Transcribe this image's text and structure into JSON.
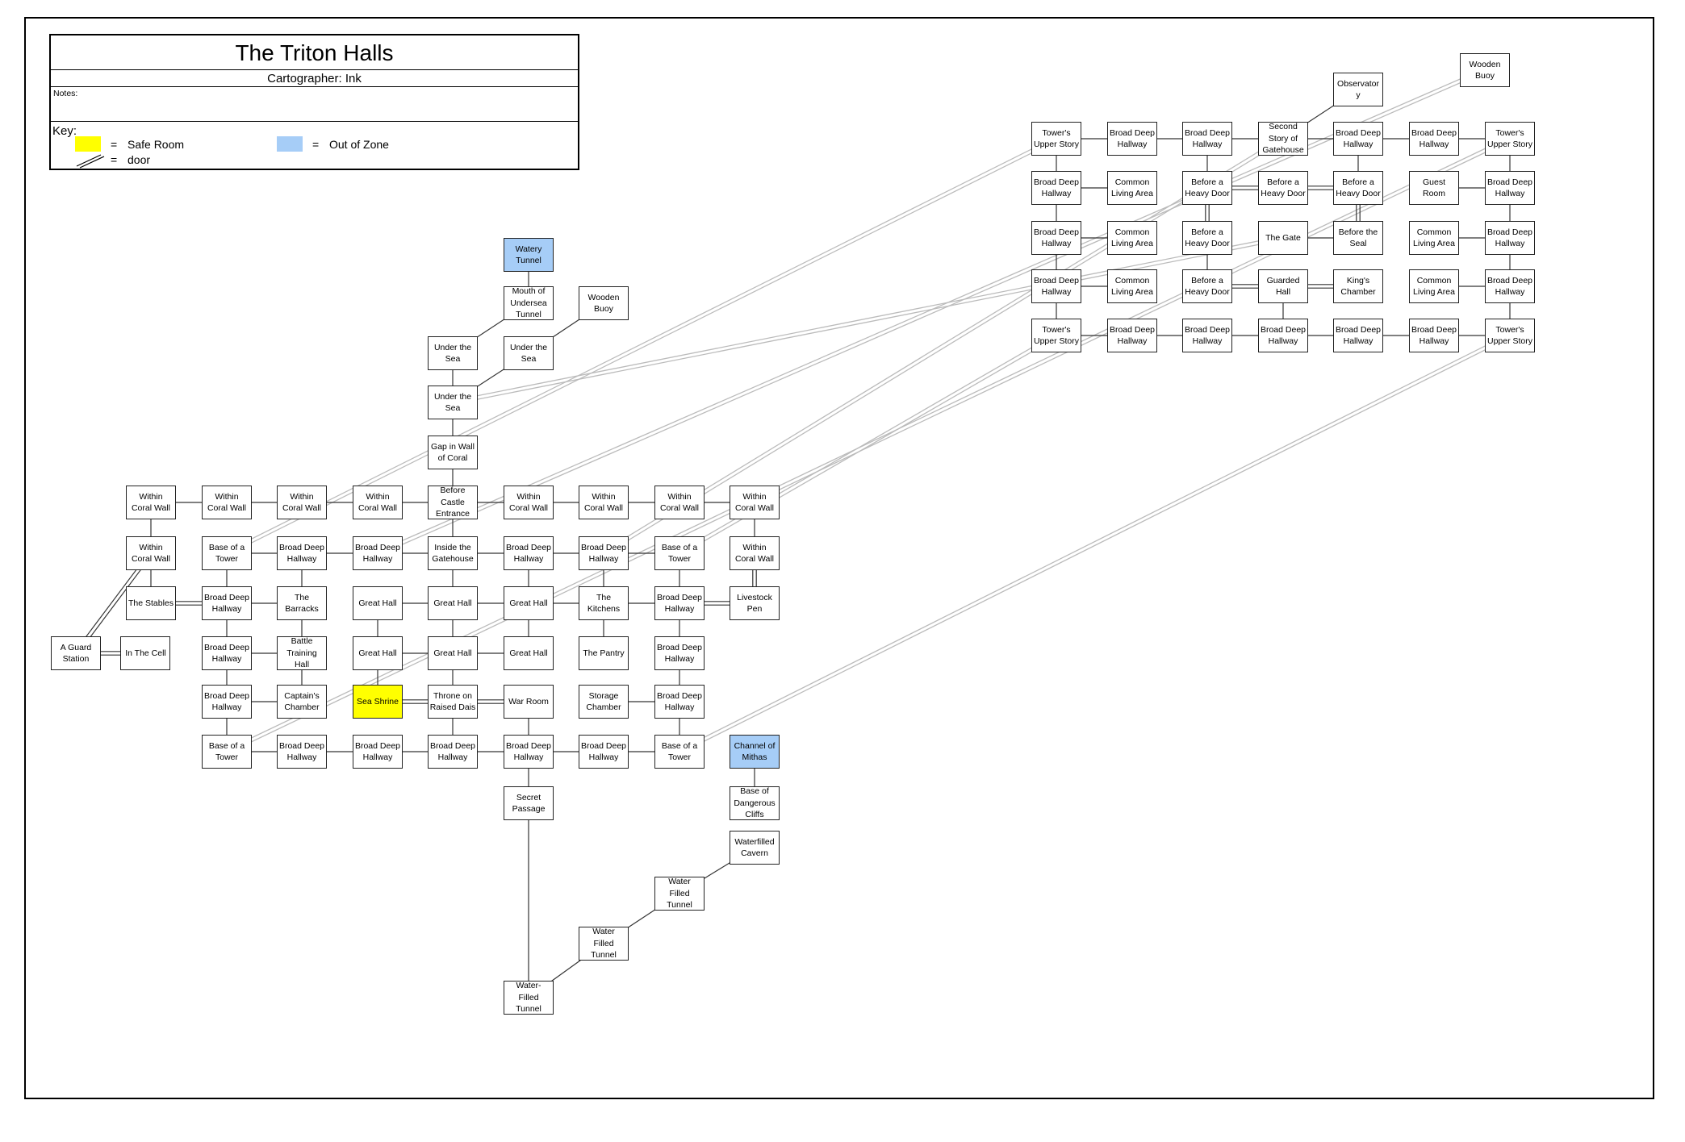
{
  "header": {
    "title": "The Triton Halls",
    "cartographer": "Cartographer: Ink",
    "notes_label": "Notes:",
    "key_label": "Key:",
    "safe_room_label": "Safe Room",
    "out_of_zone_label": "Out of Zone",
    "door_label": "door",
    "equals": "="
  },
  "colors": {
    "safe_room": "#ffff00",
    "out_of_zone": "#a6cdf7",
    "link_line": "#bbbbbb",
    "border": "#000000"
  },
  "rooms": [
    {
      "id": "watery",
      "label": "Watery\nTunnel",
      "type": "out"
    },
    {
      "id": "mouth",
      "label": "Mouth of\nUndersea\nTunnel"
    },
    {
      "id": "buoyL",
      "label": "Wooden\nBuoy"
    },
    {
      "id": "sea1",
      "label": "Under the\nSea"
    },
    {
      "id": "sea2",
      "label": "Under the\nSea"
    },
    {
      "id": "sea3",
      "label": "Under the\nSea"
    },
    {
      "id": "gap",
      "label": "Gap in Wall\nof Coral"
    },
    {
      "id": "cw1",
      "label": "Within\nCoral Wall"
    },
    {
      "id": "cw2",
      "label": "Within\nCoral Wall"
    },
    {
      "id": "cw3",
      "label": "Within\nCoral Wall"
    },
    {
      "id": "cw4",
      "label": "Within\nCoral Wall"
    },
    {
      "id": "before",
      "label": "Before\nCastle\nEntrance"
    },
    {
      "id": "cw6",
      "label": "Within\nCoral Wall"
    },
    {
      "id": "cw7",
      "label": "Within\nCoral Wall"
    },
    {
      "id": "cw8",
      "label": "Within\nCoral Wall"
    },
    {
      "id": "cw9",
      "label": "Within\nCoral Wall"
    },
    {
      "id": "cw10",
      "label": "Within\nCoral Wall"
    },
    {
      "id": "bt1",
      "label": "Base of a\nTower"
    },
    {
      "id": "bd1",
      "label": "Broad Deep\nHallway"
    },
    {
      "id": "bd2",
      "label": "Broad Deep\nHallway"
    },
    {
      "id": "inside",
      "label": "Inside the\nGatehouse"
    },
    {
      "id": "bd3",
      "label": "Broad Deep\nHallway"
    },
    {
      "id": "bd4",
      "label": "Broad Deep\nHallway"
    },
    {
      "id": "bt2",
      "label": "Base of a\nTower"
    },
    {
      "id": "cw11",
      "label": "Within\nCoral Wall"
    },
    {
      "id": "stables",
      "label": "The Stables"
    },
    {
      "id": "bd5",
      "label": "Broad Deep\nHallway"
    },
    {
      "id": "barracks",
      "label": "The\nBarracks"
    },
    {
      "id": "gh1",
      "label": "Great Hall"
    },
    {
      "id": "gh2",
      "label": "Great Hall"
    },
    {
      "id": "gh3",
      "label": "Great Hall"
    },
    {
      "id": "kitchens",
      "label": "The\nKitchens"
    },
    {
      "id": "bd6",
      "label": "Broad Deep\nHallway"
    },
    {
      "id": "livestock",
      "label": "Livestock\nPen"
    },
    {
      "id": "guard",
      "label": "A Guard\nStation"
    },
    {
      "id": "cell",
      "label": "In The Cell"
    },
    {
      "id": "bd7",
      "label": "Broad Deep\nHallway"
    },
    {
      "id": "training",
      "label": "Battle\nTraining\nHall"
    },
    {
      "id": "gh4",
      "label": "Great Hall"
    },
    {
      "id": "gh5",
      "label": "Great Hall"
    },
    {
      "id": "gh6",
      "label": "Great Hall"
    },
    {
      "id": "pantry",
      "label": "The Pantry"
    },
    {
      "id": "bd8",
      "label": "Broad Deep\nHallway"
    },
    {
      "id": "bd9",
      "label": "Broad Deep\nHallway"
    },
    {
      "id": "captain",
      "label": "Captain's\nChamber"
    },
    {
      "id": "shrine",
      "label": "Sea Shrine",
      "type": "safe"
    },
    {
      "id": "throne",
      "label": "Throne on\nRaised Dais"
    },
    {
      "id": "war",
      "label": "War Room"
    },
    {
      "id": "storage",
      "label": "Storage\nChamber"
    },
    {
      "id": "bd10",
      "label": "Broad Deep\nHallway"
    },
    {
      "id": "bt3",
      "label": "Base of a\nTower"
    },
    {
      "id": "bd11",
      "label": "Broad Deep\nHallway"
    },
    {
      "id": "bd12",
      "label": "Broad Deep\nHallway"
    },
    {
      "id": "bd13",
      "label": "Broad Deep\nHallway"
    },
    {
      "id": "bd14",
      "label": "Broad Deep\nHallway"
    },
    {
      "id": "bd15",
      "label": "Broad Deep\nHallway"
    },
    {
      "id": "bt4",
      "label": "Base of a\nTower"
    },
    {
      "id": "mithas",
      "label": "Channel of\nMithas",
      "type": "out"
    },
    {
      "id": "secret",
      "label": "Secret\nPassage"
    },
    {
      "id": "cliffs",
      "label": "Base of\nDangerous\nCliffs"
    },
    {
      "id": "cavern",
      "label": "Waterfilled\nCavern"
    },
    {
      "id": "wft1",
      "label": "Water\nFilled\nTunnel"
    },
    {
      "id": "wft2",
      "label": "Water\nFilled\nTunnel"
    },
    {
      "id": "wft3",
      "label": "Water-\nFilled\nTunnel"
    },
    {
      "id": "obs",
      "label": "Observator\ny"
    },
    {
      "id": "buoyR",
      "label": "Wooden\nBuoy"
    },
    {
      "id": "tus1",
      "label": "Tower's\nUpper Story"
    },
    {
      "id": "u1",
      "label": "Broad Deep\nHallway"
    },
    {
      "id": "u2",
      "label": "Broad Deep\nHallway"
    },
    {
      "id": "second",
      "label": "Second\nStory of\nGatehouse"
    },
    {
      "id": "u3",
      "label": "Broad Deep\nHallway"
    },
    {
      "id": "u4",
      "label": "Broad Deep\nHallway"
    },
    {
      "id": "tus2",
      "label": "Tower's\nUpper Story"
    },
    {
      "id": "u5",
      "label": "Broad Deep\nHallway"
    },
    {
      "id": "cla1",
      "label": "Common\nLiving Area"
    },
    {
      "id": "hd1",
      "label": "Before a\nHeavy Door"
    },
    {
      "id": "hd2",
      "label": "Before a\nHeavy Door"
    },
    {
      "id": "hd3",
      "label": "Before a\nHeavy Door"
    },
    {
      "id": "guest",
      "label": "Guest Room"
    },
    {
      "id": "u6",
      "label": "Broad Deep\nHallway"
    },
    {
      "id": "u7",
      "label": "Broad Deep\nHallway"
    },
    {
      "id": "cla2",
      "label": "Common\nLiving Area"
    },
    {
      "id": "hd4",
      "label": "Before a\nHeavy Door"
    },
    {
      "id": "gate",
      "label": "The Gate"
    },
    {
      "id": "seal",
      "label": "Before the\nSeal"
    },
    {
      "id": "cla3",
      "label": "Common\nLiving Area"
    },
    {
      "id": "u8",
      "label": "Broad Deep\nHallway"
    },
    {
      "id": "u9",
      "label": "Broad Deep\nHallway"
    },
    {
      "id": "cla4",
      "label": "Common\nLiving Area"
    },
    {
      "id": "hd5",
      "label": "Before a\nHeavy Door"
    },
    {
      "id": "guarded",
      "label": "Guarded\nHall"
    },
    {
      "id": "kings",
      "label": "King's\nChamber"
    },
    {
      "id": "cla5",
      "label": "Common\nLiving Area"
    },
    {
      "id": "u10",
      "label": "Broad Deep\nHallway"
    },
    {
      "id": "tus3",
      "label": "Tower's\nUpper Story"
    },
    {
      "id": "u11",
      "label": "Broad Deep\nHallway"
    },
    {
      "id": "u12",
      "label": "Broad Deep\nHallway"
    },
    {
      "id": "u13",
      "label": "Broad Deep\nHallway"
    },
    {
      "id": "u14",
      "label": "Broad Deep\nHallway"
    },
    {
      "id": "u15",
      "label": "Broad Deep\nHallway"
    },
    {
      "id": "tus4",
      "label": "Tower's\nUpper Story"
    }
  ],
  "connections": [
    {
      "from": "watery",
      "to": "mouth"
    },
    {
      "from": "mouth",
      "to": "sea1"
    },
    {
      "from": "buoyL",
      "to": "sea2"
    },
    {
      "from": "sea1",
      "to": "sea3"
    },
    {
      "from": "sea2",
      "to": "sea3"
    },
    {
      "from": "sea3",
      "to": "gap"
    },
    {
      "from": "gap",
      "to": "before"
    },
    {
      "from": "cw1",
      "to": "cw2"
    },
    {
      "from": "cw2",
      "to": "cw3"
    },
    {
      "from": "cw3",
      "to": "cw4"
    },
    {
      "from": "cw4",
      "to": "before"
    },
    {
      "from": "before",
      "to": "cw6"
    },
    {
      "from": "cw6",
      "to": "cw7"
    },
    {
      "from": "cw7",
      "to": "cw8"
    },
    {
      "from": "cw8",
      "to": "cw9"
    },
    {
      "from": "cw1",
      "to": "cw10"
    },
    {
      "from": "cw9",
      "to": "cw11"
    },
    {
      "from": "before",
      "to": "inside"
    },
    {
      "from": "bt1",
      "to": "bd1"
    },
    {
      "from": "bd1",
      "to": "bd2"
    },
    {
      "from": "bd2",
      "to": "inside"
    },
    {
      "from": "inside",
      "to": "bd3"
    },
    {
      "from": "bd3",
      "to": "bd4"
    },
    {
      "from": "bd4",
      "to": "bt2"
    },
    {
      "from": "cw10",
      "to": "stables"
    },
    {
      "from": "stables",
      "to": "bd5",
      "door": true
    },
    {
      "from": "bt1",
      "to": "bd5"
    },
    {
      "from": "bd5",
      "to": "barracks"
    },
    {
      "from": "bd1",
      "to": "barracks"
    },
    {
      "from": "inside",
      "to": "gh2"
    },
    {
      "from": "gh1",
      "to": "gh2"
    },
    {
      "from": "gh2",
      "to": "gh3"
    },
    {
      "from": "gh3",
      "to": "kitchens"
    },
    {
      "from": "kitchens",
      "to": "bd6"
    },
    {
      "from": "bd3",
      "to": "gh3"
    },
    {
      "from": "bd4",
      "to": "kitchens"
    },
    {
      "from": "bt2",
      "to": "bd6"
    },
    {
      "from": "bd6",
      "to": "livestock",
      "door": true
    },
    {
      "from": "cw11",
      "to": "livestock",
      "door": true
    },
    {
      "from": "cw10",
      "to": "guard",
      "door": true
    },
    {
      "from": "guard",
      "to": "cell",
      "door": true
    },
    {
      "from": "bd5",
      "to": "bd7"
    },
    {
      "from": "bd7",
      "to": "training"
    },
    {
      "from": "barracks",
      "to": "training"
    },
    {
      "from": "gh1",
      "to": "gh4"
    },
    {
      "from": "gh2",
      "to": "gh5"
    },
    {
      "from": "gh3",
      "to": "gh6"
    },
    {
      "from": "gh4",
      "to": "gh5"
    },
    {
      "from": "gh5",
      "to": "gh6"
    },
    {
      "from": "kitchens",
      "to": "pantry"
    },
    {
      "from": "bd6",
      "to": "bd8"
    },
    {
      "from": "bd7",
      "to": "bd9"
    },
    {
      "from": "bd9",
      "to": "captain"
    },
    {
      "from": "training",
      "to": "captain"
    },
    {
      "from": "gh4",
      "to": "shrine"
    },
    {
      "from": "gh5",
      "to": "throne"
    },
    {
      "from": "shrine",
      "to": "throne",
      "door": true
    },
    {
      "from": "throne",
      "to": "war",
      "door": true
    },
    {
      "from": "bd8",
      "to": "bd10"
    },
    {
      "from": "storage",
      "to": "bd10"
    },
    {
      "from": "bd9",
      "to": "bt3"
    },
    {
      "from": "bt3",
      "to": "bd11"
    },
    {
      "from": "bd11",
      "to": "bd12"
    },
    {
      "from": "bd12",
      "to": "bd13"
    },
    {
      "from": "bd13",
      "to": "bd14"
    },
    {
      "from": "bd14",
      "to": "bd15"
    },
    {
      "from": "bd15",
      "to": "bt4"
    },
    {
      "from": "throne",
      "to": "bd13"
    },
    {
      "from": "war",
      "to": "bd14"
    },
    {
      "from": "bd10",
      "to": "bt4"
    },
    {
      "from": "bd14",
      "to": "secret"
    },
    {
      "from": "secret",
      "to": "wft3"
    },
    {
      "from": "mithas",
      "to": "cliffs"
    },
    {
      "from": "cavern",
      "to": "wft1"
    },
    {
      "from": "wft1",
      "to": "wft2"
    },
    {
      "from": "wft2",
      "to": "wft3"
    },
    {
      "from": "tus1",
      "to": "u1"
    },
    {
      "from": "u1",
      "to": "u2"
    },
    {
      "from": "u2",
      "to": "second"
    },
    {
      "from": "second",
      "to": "u3"
    },
    {
      "from": "u3",
      "to": "u4"
    },
    {
      "from": "u4",
      "to": "tus2"
    },
    {
      "from": "second",
      "to": "obs"
    },
    {
      "from": "tus1",
      "to": "u5"
    },
    {
      "from": "u5",
      "to": "cla1"
    },
    {
      "from": "u2",
      "to": "hd1"
    },
    {
      "from": "hd1",
      "to": "hd2",
      "door": true
    },
    {
      "from": "hd2",
      "to": "hd3",
      "door": true
    },
    {
      "from": "u3",
      "to": "hd3"
    },
    {
      "from": "guest",
      "to": "u6"
    },
    {
      "from": "tus2",
      "to": "u6"
    },
    {
      "from": "u5",
      "to": "u7"
    },
    {
      "from": "u7",
      "to": "cla2"
    },
    {
      "from": "hd1",
      "to": "hd4",
      "door": true
    },
    {
      "from": "hd3",
      "to": "seal",
      "door": true
    },
    {
      "from": "gate",
      "to": "seal"
    },
    {
      "from": "cla3",
      "to": "u8"
    },
    {
      "from": "u6",
      "to": "u8"
    },
    {
      "from": "u7",
      "to": "u9"
    },
    {
      "from": "u9",
      "to": "cla4"
    },
    {
      "from": "hd4",
      "to": "hd5"
    },
    {
      "from": "hd5",
      "to": "guarded",
      "door": true
    },
    {
      "from": "guarded",
      "to": "kings",
      "door": true
    },
    {
      "from": "cla5",
      "to": "u10"
    },
    {
      "from": "u8",
      "to": "u10"
    },
    {
      "from": "u9",
      "to": "tus3"
    },
    {
      "from": "tus3",
      "to": "u11"
    },
    {
      "from": "u11",
      "to": "u12"
    },
    {
      "from": "u12",
      "to": "u13"
    },
    {
      "from": "u13",
      "to": "u14"
    },
    {
      "from": "u14",
      "to": "u15"
    },
    {
      "from": "u15",
      "to": "tus4"
    },
    {
      "from": "u10",
      "to": "tus4"
    },
    {
      "from": "guarded",
      "to": "u13"
    }
  ],
  "links": [
    {
      "from": "bt1",
      "to": "tus1"
    },
    {
      "from": "bt2",
      "to": "tus3"
    },
    {
      "from": "bt3",
      "to": "tus2"
    },
    {
      "from": "bt4",
      "to": "tus4"
    },
    {
      "from": "sea3",
      "to": "gate"
    },
    {
      "from": "bd2",
      "to": "buoyR"
    },
    {
      "from": "bd4",
      "to": "second"
    }
  ]
}
